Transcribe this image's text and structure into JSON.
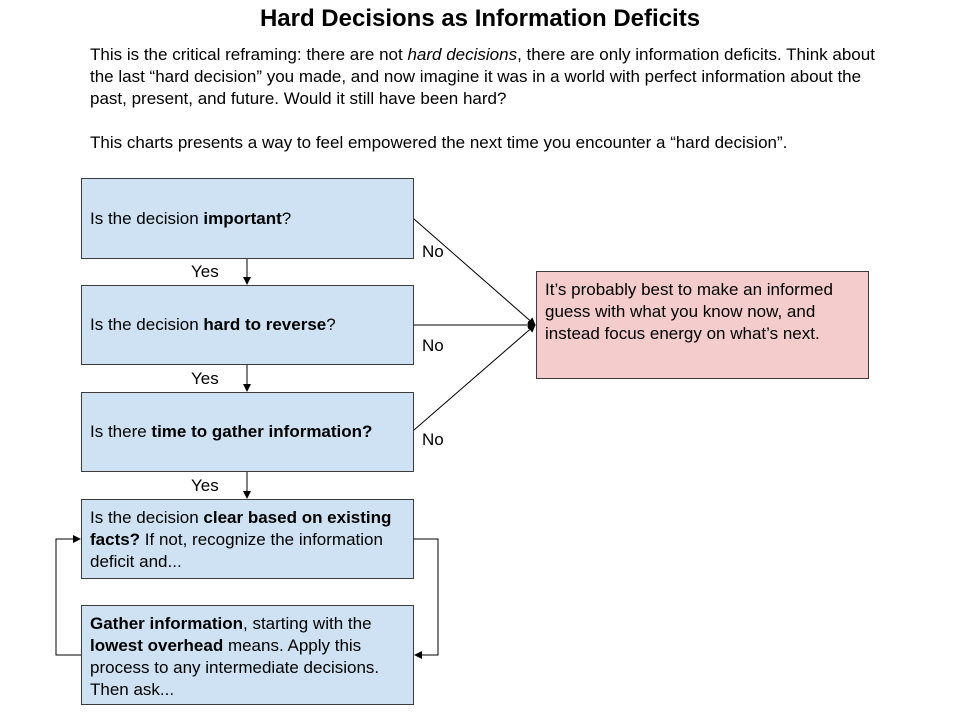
{
  "title": "Hard Decisions as Information Deficits",
  "intro": {
    "p1_before": "This is the critical reframing: there are not ",
    "p1_emphasis": "hard decisions",
    "p1_after": ", there are only information deficits. Think about the last “hard decision” you made, and now imagine it was in a world with perfect information about the past, present, and future. Would it still have been hard?",
    "p2": "This charts presents a way to feel empowered the next time you encounter a “hard decision”."
  },
  "questions": [
    {
      "before": "Is the decision ",
      "bold": "important",
      "after": "?"
    },
    {
      "before": "Is the decision ",
      "bold": "hard to reverse",
      "after": "?"
    },
    {
      "before": "Is there ",
      "bold": "time to gather information?",
      "after": ""
    }
  ],
  "clear_box": {
    "before": "Is the decision ",
    "bold": "clear based on existing facts?",
    "after": " If not, recognize the information deficit and..."
  },
  "gather_box": {
    "bold1": "Gather information",
    "mid": ", starting with the ",
    "bold2": "lowest overhead",
    "after": " means. Apply this process to any intermediate decisions. Then ask..."
  },
  "outcome": "It’s probably best to make an informed guess with what you know now, and instead focus energy on what’s next.",
  "labels": {
    "yes": [
      "Yes",
      "Yes",
      "Yes"
    ],
    "no": [
      "No",
      "No",
      "No"
    ]
  }
}
